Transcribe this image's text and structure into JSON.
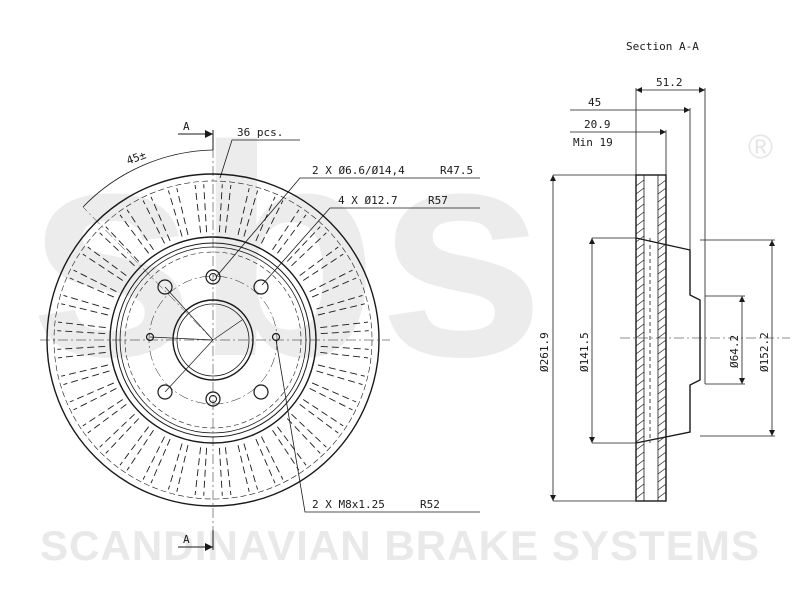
{
  "watermark": {
    "logo": "sbs",
    "registered_mark": "®",
    "brand_text": "SCANDINAVIAN BRAKE SYSTEMS"
  },
  "section_title": "Section A-A",
  "section_marker": "A",
  "front_view": {
    "vane_count_label": "36 pcs.",
    "angle_label": "45±",
    "callout_holes_1": "2 X Ø6.6/Ø14,4",
    "callout_holes_1_radius": "R47.5",
    "callout_holes_2": "4 X Ø12.7",
    "callout_holes_2_radius": "R57",
    "callout_thread": "2 X M8x1.25",
    "callout_thread_radius": "R52"
  },
  "section_view": {
    "dim_total_height": "51.2",
    "dim_hat_height": "45",
    "dim_thickness": "20.9",
    "dim_min_thickness": "Min 19",
    "dim_outer_diameter": "Ø261.9",
    "dim_hat_diameter": "Ø141.5",
    "dim_centre_bore": "Ø64.2",
    "dim_hub_diameter": "Ø152.2"
  },
  "colors": {
    "line": "#1a1a1a",
    "watermark": "#e9e9e9"
  }
}
